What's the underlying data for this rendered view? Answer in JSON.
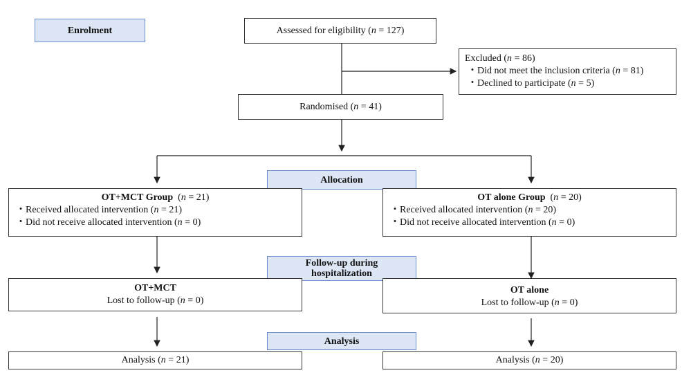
{
  "stages": {
    "enrolment": "Enrolment",
    "allocation": "Allocation",
    "followup_line1": "Follow-up during",
    "followup_line2": "hospitalization",
    "analysis": "Analysis"
  },
  "assessed": {
    "label": "Assessed for eligibility",
    "n": "127"
  },
  "excluded": {
    "label": "Excluded",
    "n": "86",
    "items": [
      {
        "label": "Did not meet the inclusion criteria",
        "n": "81"
      },
      {
        "label": "Declined to participate",
        "n": "5"
      }
    ]
  },
  "randomised": {
    "label": "Randomised",
    "n": "41"
  },
  "groups": [
    {
      "title": "OT+MCT Group",
      "n": "21",
      "received": "Received allocated intervention",
      "received_n": "21",
      "not_received": "Did not receive allocated intervention",
      "not_received_n": "0",
      "followup_title": "OT+MCT",
      "lost": "Lost to follow-up",
      "lost_n": "0",
      "analysis": "Analysis",
      "analysis_n": "21"
    },
    {
      "title": "OT alone Group",
      "n": "20",
      "received": "Received allocated intervention",
      "received_n": "20",
      "not_received": "Did not receive allocated intervention",
      "not_received_n": "0",
      "followup_title": "OT alone",
      "lost": "Lost to follow-up",
      "lost_n": "0",
      "analysis": "Analysis",
      "analysis_n": "20"
    }
  ],
  "symbols": {
    "n": "n",
    "eq": " = "
  }
}
